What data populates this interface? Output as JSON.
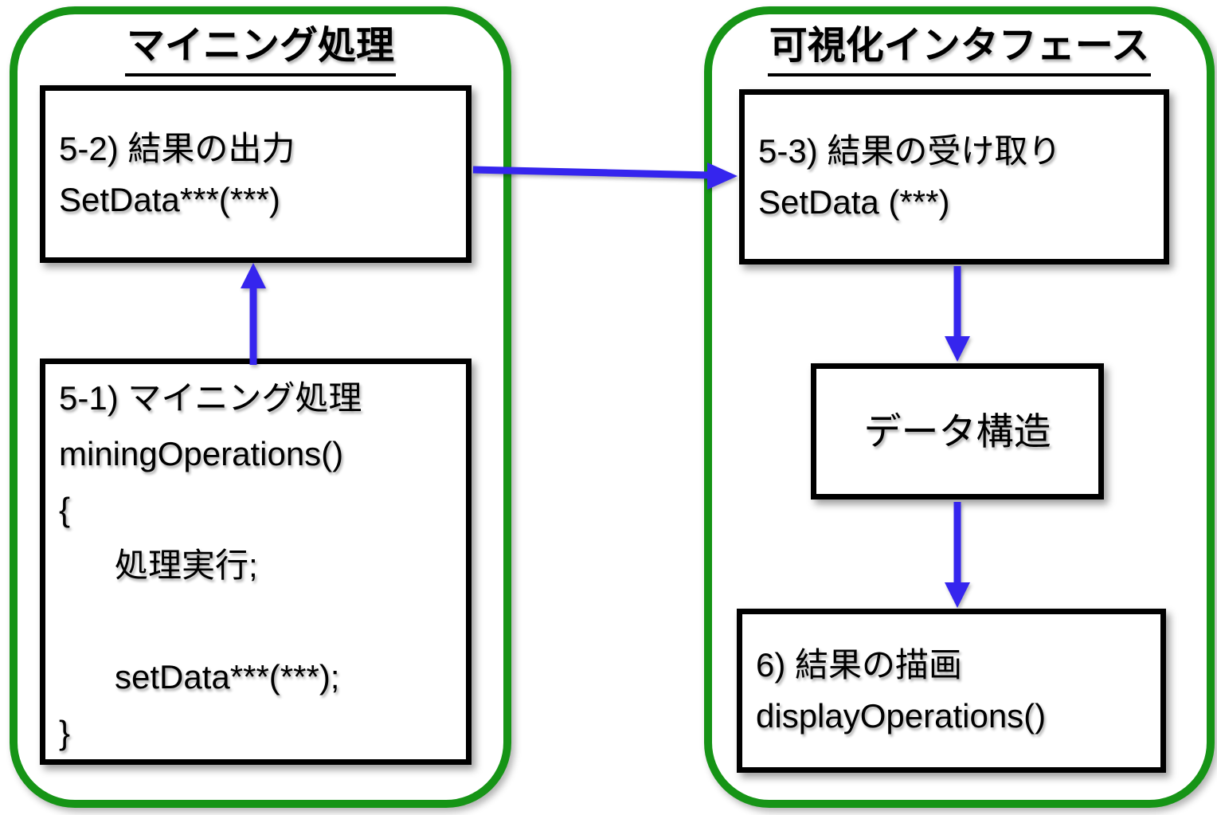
{
  "colors": {
    "background": "#FFFFFF",
    "group_border": "#169416",
    "box_border": "#000000",
    "arrow": "#3525EE",
    "text": "#000000"
  },
  "diagram": {
    "left_panel": {
      "title": "マイニング処理",
      "output_box": {
        "lines": [
          "5-2) 結果の出力",
          "SetData***(***)"
        ]
      },
      "mining_box": {
        "lines": [
          "5-1) マイニング処理",
          "miningOperations()",
          "{",
          "      処理実行;",
          "",
          "      setData***(***);",
          "}"
        ]
      }
    },
    "right_panel": {
      "title": "可視化インタフェース",
      "receive_box": {
        "lines": [
          "5-3) 結果の受け取り",
          "SetData (***)"
        ]
      },
      "data_structure_box": {
        "label": "データ構造"
      },
      "display_box": {
        "lines": [
          "6) 結果の描画",
          "displayOperations()"
        ]
      }
    },
    "arrows": [
      {
        "name": "mining-to-output",
        "direction": "up"
      },
      {
        "name": "output-to-receive",
        "direction": "right"
      },
      {
        "name": "receive-to-data-structure",
        "direction": "down"
      },
      {
        "name": "data-structure-to-display",
        "direction": "down"
      }
    ]
  }
}
